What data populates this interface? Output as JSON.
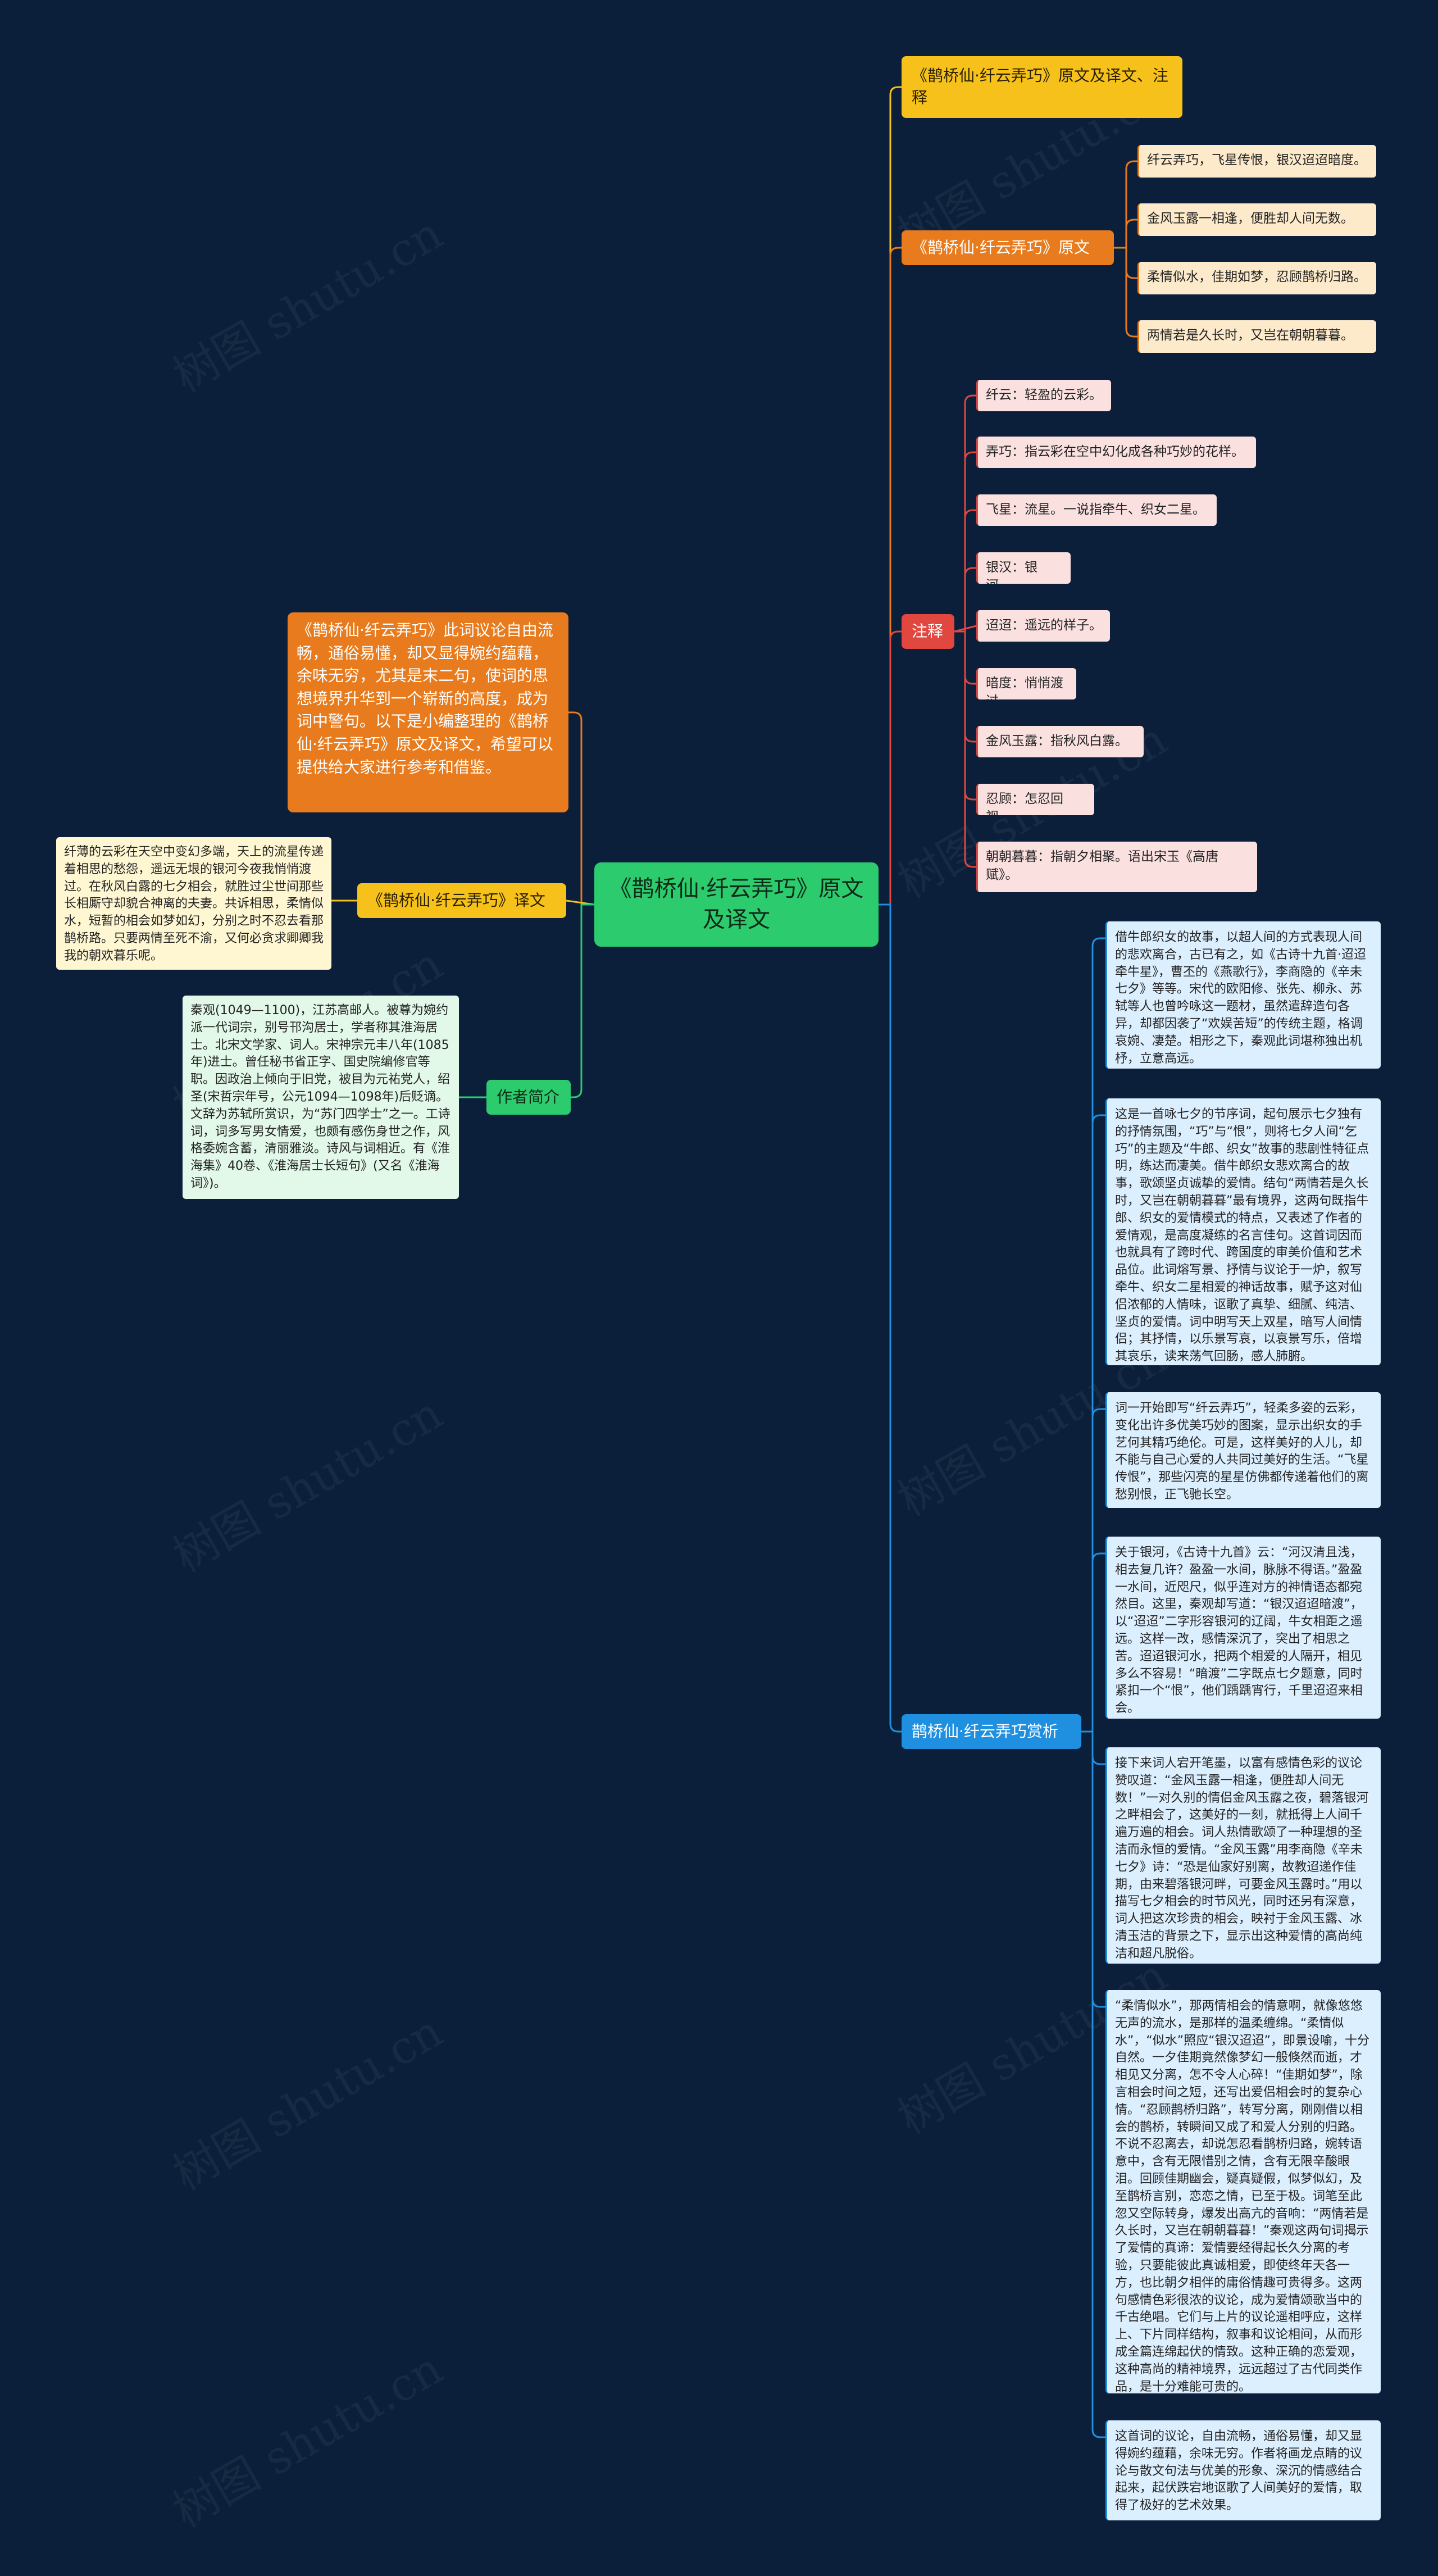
{
  "central": "《鹊桥仙·纤云弄巧》原文及译文",
  "watermark": "树图 shutu.cn",
  "colors": {
    "background": "#0b1f3a",
    "central": "#2bcb6e",
    "yellow": "#f6c11a",
    "orange": "#e77b1d",
    "red": "#e0473e",
    "blue": "#1f8fe0",
    "green": "#2bcb6e"
  },
  "right": {
    "title_node": "《鹊桥仙·纤云弄巧》原文及译文、注释",
    "original": {
      "label": "《鹊桥仙·纤云弄巧》原文",
      "lines": [
        "纤云弄巧，飞星传恨，银汉迢迢暗度。",
        "金风玉露一相逢，便胜却人间无数。",
        "柔情似水，佳期如梦，忍顾鹊桥归路。",
        "两情若是久长时，又岂在朝朝暮暮。"
      ]
    },
    "notes": {
      "label": "注释",
      "items": [
        "纤云：轻盈的云彩。",
        "弄巧：指云彩在空中幻化成各种巧妙的花样。",
        "飞星：流星。一说指牵牛、织女二星。",
        "银汉：银河。",
        "迢迢：遥远的样子。",
        "暗度：悄悄渡过。",
        "金风玉露：指秋风白露。",
        "忍顾：怎忍回视。",
        "朝朝暮暮：指朝夕相聚。语出宋玉《高唐赋》。"
      ]
    },
    "analysis": {
      "label": "鹊桥仙·纤云弄巧赏析",
      "paragraphs": [
        "借牛郎织女的故事，以超人间的方式表现人间的悲欢离合，古已有之，如《古诗十九首·迢迢牵牛星》，曹丕的《燕歌行》，李商隐的《辛未七夕》等等。宋代的欧阳修、张先、柳永、苏轼等人也曾吟咏这一题材，虽然遣辞造句各异，却都因袭了“欢娱苦短”的传统主题，格调哀婉、凄楚。相形之下，秦观此词堪称独出机杼，立意高远。",
        "这是一首咏七夕的节序词，起句展示七夕独有的抒情氛围，“巧”与“恨”，则将七夕人间“乞巧”的主题及“牛郎、织女”故事的悲剧性特征点明，练达而凄美。借牛郎织女悲欢离合的故事，歌颂坚贞诚挚的爱情。结句“两情若是久长时，又岂在朝朝暮暮”最有境界，这两句既指牛郎、织女的爱情模式的特点，又表述了作者的爱情观，是高度凝练的名言佳句。这首词因而也就具有了跨时代、跨国度的审美价值和艺术品位。此词熔写景、抒情与议论于一炉，叙写牵牛、织女二星相爱的神话故事，赋予这对仙侣浓郁的人情味，讴歌了真挚、细腻、纯洁、坚贞的爱情。词中明写天上双星，暗写人间情侣；其抒情，以乐景写哀，以哀景写乐，倍增其哀乐，读来荡气回肠，感人肺腑。",
        "词一开始即写“纤云弄巧”，轻柔多姿的云彩，变化出许多优美巧妙的图案，显示出织女的手艺何其精巧绝伦。可是，这样美好的人儿，却不能与自己心爱的人共同过美好的生活。“飞星传恨”，那些闪亮的星星仿佛都传递着他们的离愁别恨，正飞驰长空。",
        "关于银河，《古诗十九首》云：“河汉清且浅，相去复几许？盈盈一水间，脉脉不得语。”盈盈一水间，近咫尺，似乎连对方的神情语态都宛然目。这里，秦观却写道：“银汉迢迢暗渡”，以“迢迢”二字形容银河的辽阔，牛女相距之遥远。这样一改，感情深沉了，突出了相思之苦。迢迢银河水，把两个相爱的人隔开，相见多么不容易！“暗渡”二字既点七夕题意，同时紧扣一个“恨”，他们踽踽宵行，千里迢迢来相会。",
        "接下来词人宕开笔墨，以富有感情色彩的议论赞叹道：“金风玉露一相逢，便胜却人间无数！”一对久别的情侣金风玉露之夜，碧落银河之畔相会了，这美好的一刻，就抵得上人间千遍万遍的相会。词人热情歌颂了一种理想的圣洁而永恒的爱情。“金风玉露”用李商隐《辛未七夕》诗：“恐是仙家好别离，故教迢递作佳期，由来碧落银河畔，可要金风玉露时。”用以描写七夕相会的时节风光，同时还另有深意，词人把这次珍贵的相会，映衬于金风玉露、冰清玉洁的背景之下，显示出这种爱情的高尚纯洁和超凡脱俗。",
        "“柔情似水”，那两情相会的情意啊，就像悠悠无声的流水，是那样的温柔缠绵。“柔情似水”，“似水”照应“银汉迢迢”，即景设喻，十分自然。一夕佳期竟然像梦幻一般倏然而逝，才相见又分离，怎不令人心碎！“佳期如梦”，除言相会时间之短，还写出爱侣相会时的复杂心情。“忍顾鹊桥归路”，转写分离，刚刚借以相会的鹊桥，转瞬间又成了和爱人分别的归路。不说不忍离去，却说怎忍看鹊桥归路，婉转语意中，含有无限惜别之情，含有无限辛酸眼泪。回顾佳期幽会，疑真疑假，似梦似幻，及至鹊桥言别，恋恋之情，已至于极。词笔至此忽又空际转身，爆发出高亢的音响：“两情若是久长时，又岂在朝朝暮暮！”秦观这两句词揭示了爱情的真谛：爱情要经得起长久分离的考验，只要能彼此真诚相爱，即使终年天各一方，也比朝夕相伴的庸俗情趣可贵得多。这两句感情色彩很浓的议论，成为爱情颂歌当中的千古绝唱。它们与上片的议论遥相呼应，这样上、下片同样结构，叙事和议论相间，从而形成全篇连绵起伏的情致。这种正确的恋爱观，这种高尚的精神境界，远远超过了古代同类作品，是十分难能可贵的。",
        "这首词的议论，自由流畅，通俗易懂，却又显得婉约蕴藉，余味无穷。作者将画龙点睛的议论与散文句法与优美的形象、深沉的情感结合起来，起伏跌宕地讴歌了人间美好的爱情，取得了极好的艺术效果。"
      ]
    }
  },
  "left": {
    "intro": "《鹊桥仙·纤云弄巧》此词议论自由流畅，通俗易懂，却又显得婉约蕴藉，余味无穷，尤其是末二句，使词的思想境界升华到一个崭新的高度，成为词中警句。以下是小编整理的《鹊桥仙·纤云弄巧》原文及译文，希望可以提供给大家进行参考和借鉴。",
    "translation": {
      "label": "《鹊桥仙·纤云弄巧》译文",
      "text": "纤薄的云彩在天空中变幻多端，天上的流星传递着相思的愁怨，遥远无垠的银河今夜我悄悄渡过。在秋风白露的七夕相会，就胜过尘世间那些长相厮守却貌合神离的夫妻。共诉相思，柔情似水，短暂的相会如梦如幻，分别之时不忍去看那鹊桥路。只要两情至死不渝，又何必贪求卿卿我我的朝欢暮乐呢。"
    },
    "author": {
      "label": "作者简介",
      "text": "秦观(1049—1100)，江苏高邮人。被尊为婉约派一代词宗，别号邗沟居士，学者称其淮海居士。北宋文学家、词人。宋神宗元丰八年(1085年)进士。曾任秘书省正字、国史院编修官等职。因政治上倾向于旧党，被目为元祐党人，绍圣(宋哲宗年号，公元1094—1098年)后贬谪。文辞为苏轼所赏识，为“苏门四学士”之一。工诗词，词多写男女情爱，也颇有感伤身世之作，风格委婉含蓄，清丽雅淡。诗风与词相近。有《淮海集》40卷、《淮海居士长短句》(又名《淮海词》)。"
    }
  }
}
